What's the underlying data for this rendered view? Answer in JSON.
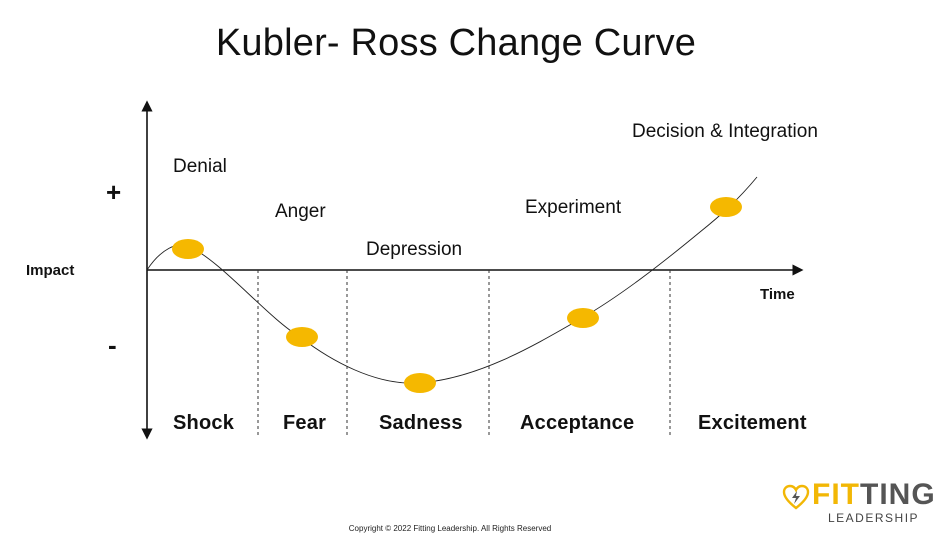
{
  "title": "Kubler- Ross Change Curve",
  "axes": {
    "y_label": "Impact",
    "x_label": "Time",
    "plus": "+",
    "minus": "-"
  },
  "emotions": [
    "Denial",
    "Anger",
    "Depression",
    "Experiment",
    "Decision & Integration"
  ],
  "phases": [
    "Shock",
    "Fear",
    "Sadness",
    "Acceptance",
    "Excitement"
  ],
  "colors": {
    "marker": "#f5b800",
    "brand_yellow": "#f2b705",
    "brand_gray": "#555555"
  },
  "logo": {
    "fit": "FIT",
    "ting": "TING",
    "sub": "LEADERSHIP"
  },
  "copyright": "Copyright © 2022 Fitting Leadership. All Rights Reserved"
}
